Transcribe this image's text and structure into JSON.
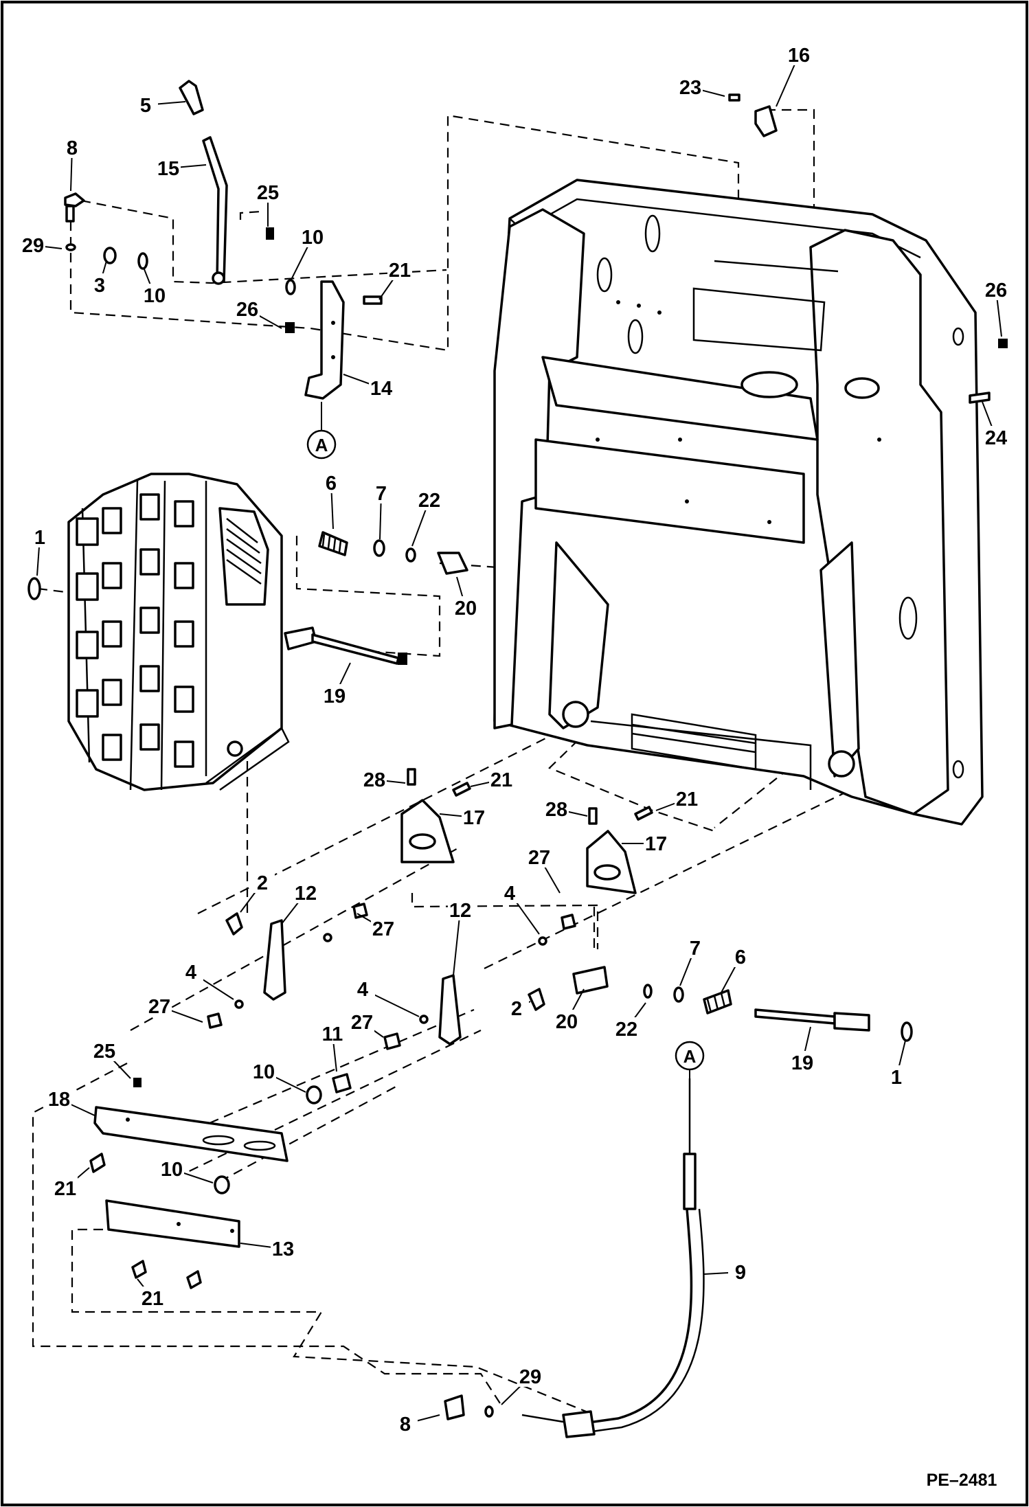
{
  "drawing": {
    "reference_code": "PE–2481",
    "view_marker": "A"
  },
  "callouts": [
    {
      "id": "c5",
      "text": "5"
    },
    {
      "id": "c8a",
      "text": "8"
    },
    {
      "id": "c15",
      "text": "15"
    },
    {
      "id": "c25a",
      "text": "25"
    },
    {
      "id": "c29a",
      "text": "29"
    },
    {
      "id": "c3",
      "text": "3"
    },
    {
      "id": "c10a",
      "text": "10"
    },
    {
      "id": "c10b",
      "text": "10"
    },
    {
      "id": "c21a",
      "text": "21"
    },
    {
      "id": "c26a",
      "text": "26"
    },
    {
      "id": "c14",
      "text": "14"
    },
    {
      "id": "c16",
      "text": "16"
    },
    {
      "id": "c23",
      "text": "23"
    },
    {
      "id": "c26b",
      "text": "26"
    },
    {
      "id": "c24",
      "text": "24"
    },
    {
      "id": "c1a",
      "text": "1"
    },
    {
      "id": "c6a",
      "text": "6"
    },
    {
      "id": "c7a",
      "text": "7"
    },
    {
      "id": "c22a",
      "text": "22"
    },
    {
      "id": "c20a",
      "text": "20"
    },
    {
      "id": "c19a",
      "text": "19"
    },
    {
      "id": "c28a",
      "text": "28"
    },
    {
      "id": "c21b",
      "text": "21"
    },
    {
      "id": "c17a",
      "text": "17"
    },
    {
      "id": "c28b",
      "text": "28"
    },
    {
      "id": "c21c",
      "text": "21"
    },
    {
      "id": "c17b",
      "text": "17"
    },
    {
      "id": "c27a",
      "text": "27"
    },
    {
      "id": "c2a",
      "text": "2"
    },
    {
      "id": "c12a",
      "text": "12"
    },
    {
      "id": "c4a",
      "text": "4"
    },
    {
      "id": "c27b",
      "text": "27"
    },
    {
      "id": "c12b",
      "text": "12"
    },
    {
      "id": "c4b",
      "text": "4"
    },
    {
      "id": "c4c",
      "text": "4"
    },
    {
      "id": "c27c",
      "text": "27"
    },
    {
      "id": "c27d",
      "text": "27"
    },
    {
      "id": "c2b",
      "text": "2"
    },
    {
      "id": "c20b",
      "text": "20"
    },
    {
      "id": "c22b",
      "text": "22"
    },
    {
      "id": "c7b",
      "text": "7"
    },
    {
      "id": "c6b",
      "text": "6"
    },
    {
      "id": "c19b",
      "text": "19"
    },
    {
      "id": "c1b",
      "text": "1"
    },
    {
      "id": "c11",
      "text": "11"
    },
    {
      "id": "c10c",
      "text": "10"
    },
    {
      "id": "c25b",
      "text": "25"
    },
    {
      "id": "c18",
      "text": "18"
    },
    {
      "id": "c21d",
      "text": "21"
    },
    {
      "id": "c10d",
      "text": "10"
    },
    {
      "id": "c13",
      "text": "13"
    },
    {
      "id": "c21e",
      "text": "21"
    },
    {
      "id": "c9",
      "text": "9"
    },
    {
      "id": "c29b",
      "text": "29"
    },
    {
      "id": "c8b",
      "text": "8"
    }
  ]
}
